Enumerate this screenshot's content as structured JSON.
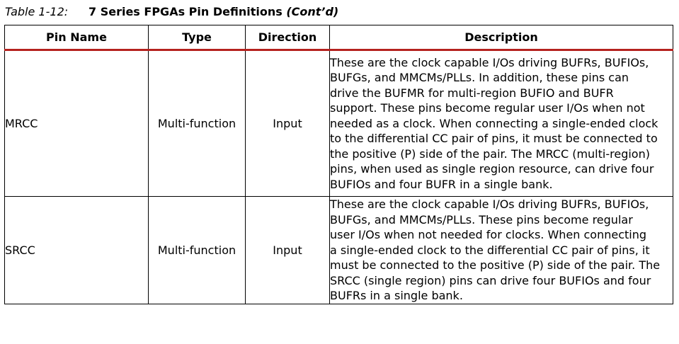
{
  "caption": {
    "label": "Table 1-12:",
    "title": "7 Series FPGAs Pin Definitions ",
    "cont": "(Cont’d)"
  },
  "table": {
    "headers": {
      "pin_name": "Pin Name",
      "type": "Type",
      "direction": "Direction",
      "description": "Description"
    },
    "rows": [
      {
        "pin_name": "MRCC",
        "type": "Multi-function",
        "direction": "Input",
        "description_lines": [
          "These are the clock capable I/Os driving BUFRs, BUFIOs,",
          "BUFGs, and MMCMs/PLLs. In addition, these pins can",
          "drive the BUFMR for multi-region BUFIO and BUFR",
          "support. These pins become regular user I/Os when not",
          "needed as a clock. When connecting a single-ended clock",
          "to the differential CC pair of pins, it must be connected to",
          "the positive (P) side of the pair. The MRCC (multi-region)",
          "pins, when used as single region resource, can drive four",
          "BUFIOs and four BUFR in a single bank."
        ]
      },
      {
        "pin_name": "SRCC",
        "type": "Multi-function",
        "direction": "Input",
        "description_lines": [
          "These are the clock capable I/Os driving BUFRs, BUFIOs,",
          "BUFGs, and MMCMs/PLLs. These pins become regular",
          "user I/Os when not needed for clocks. When connecting",
          "a single-ended clock to the differential CC pair of pins, it",
          "must be connected to the positive (P) side of the pair. The",
          "SRCC (single region) pins can drive four BUFIOs and four",
          "BUFRs in a single bank."
        ]
      }
    ]
  }
}
